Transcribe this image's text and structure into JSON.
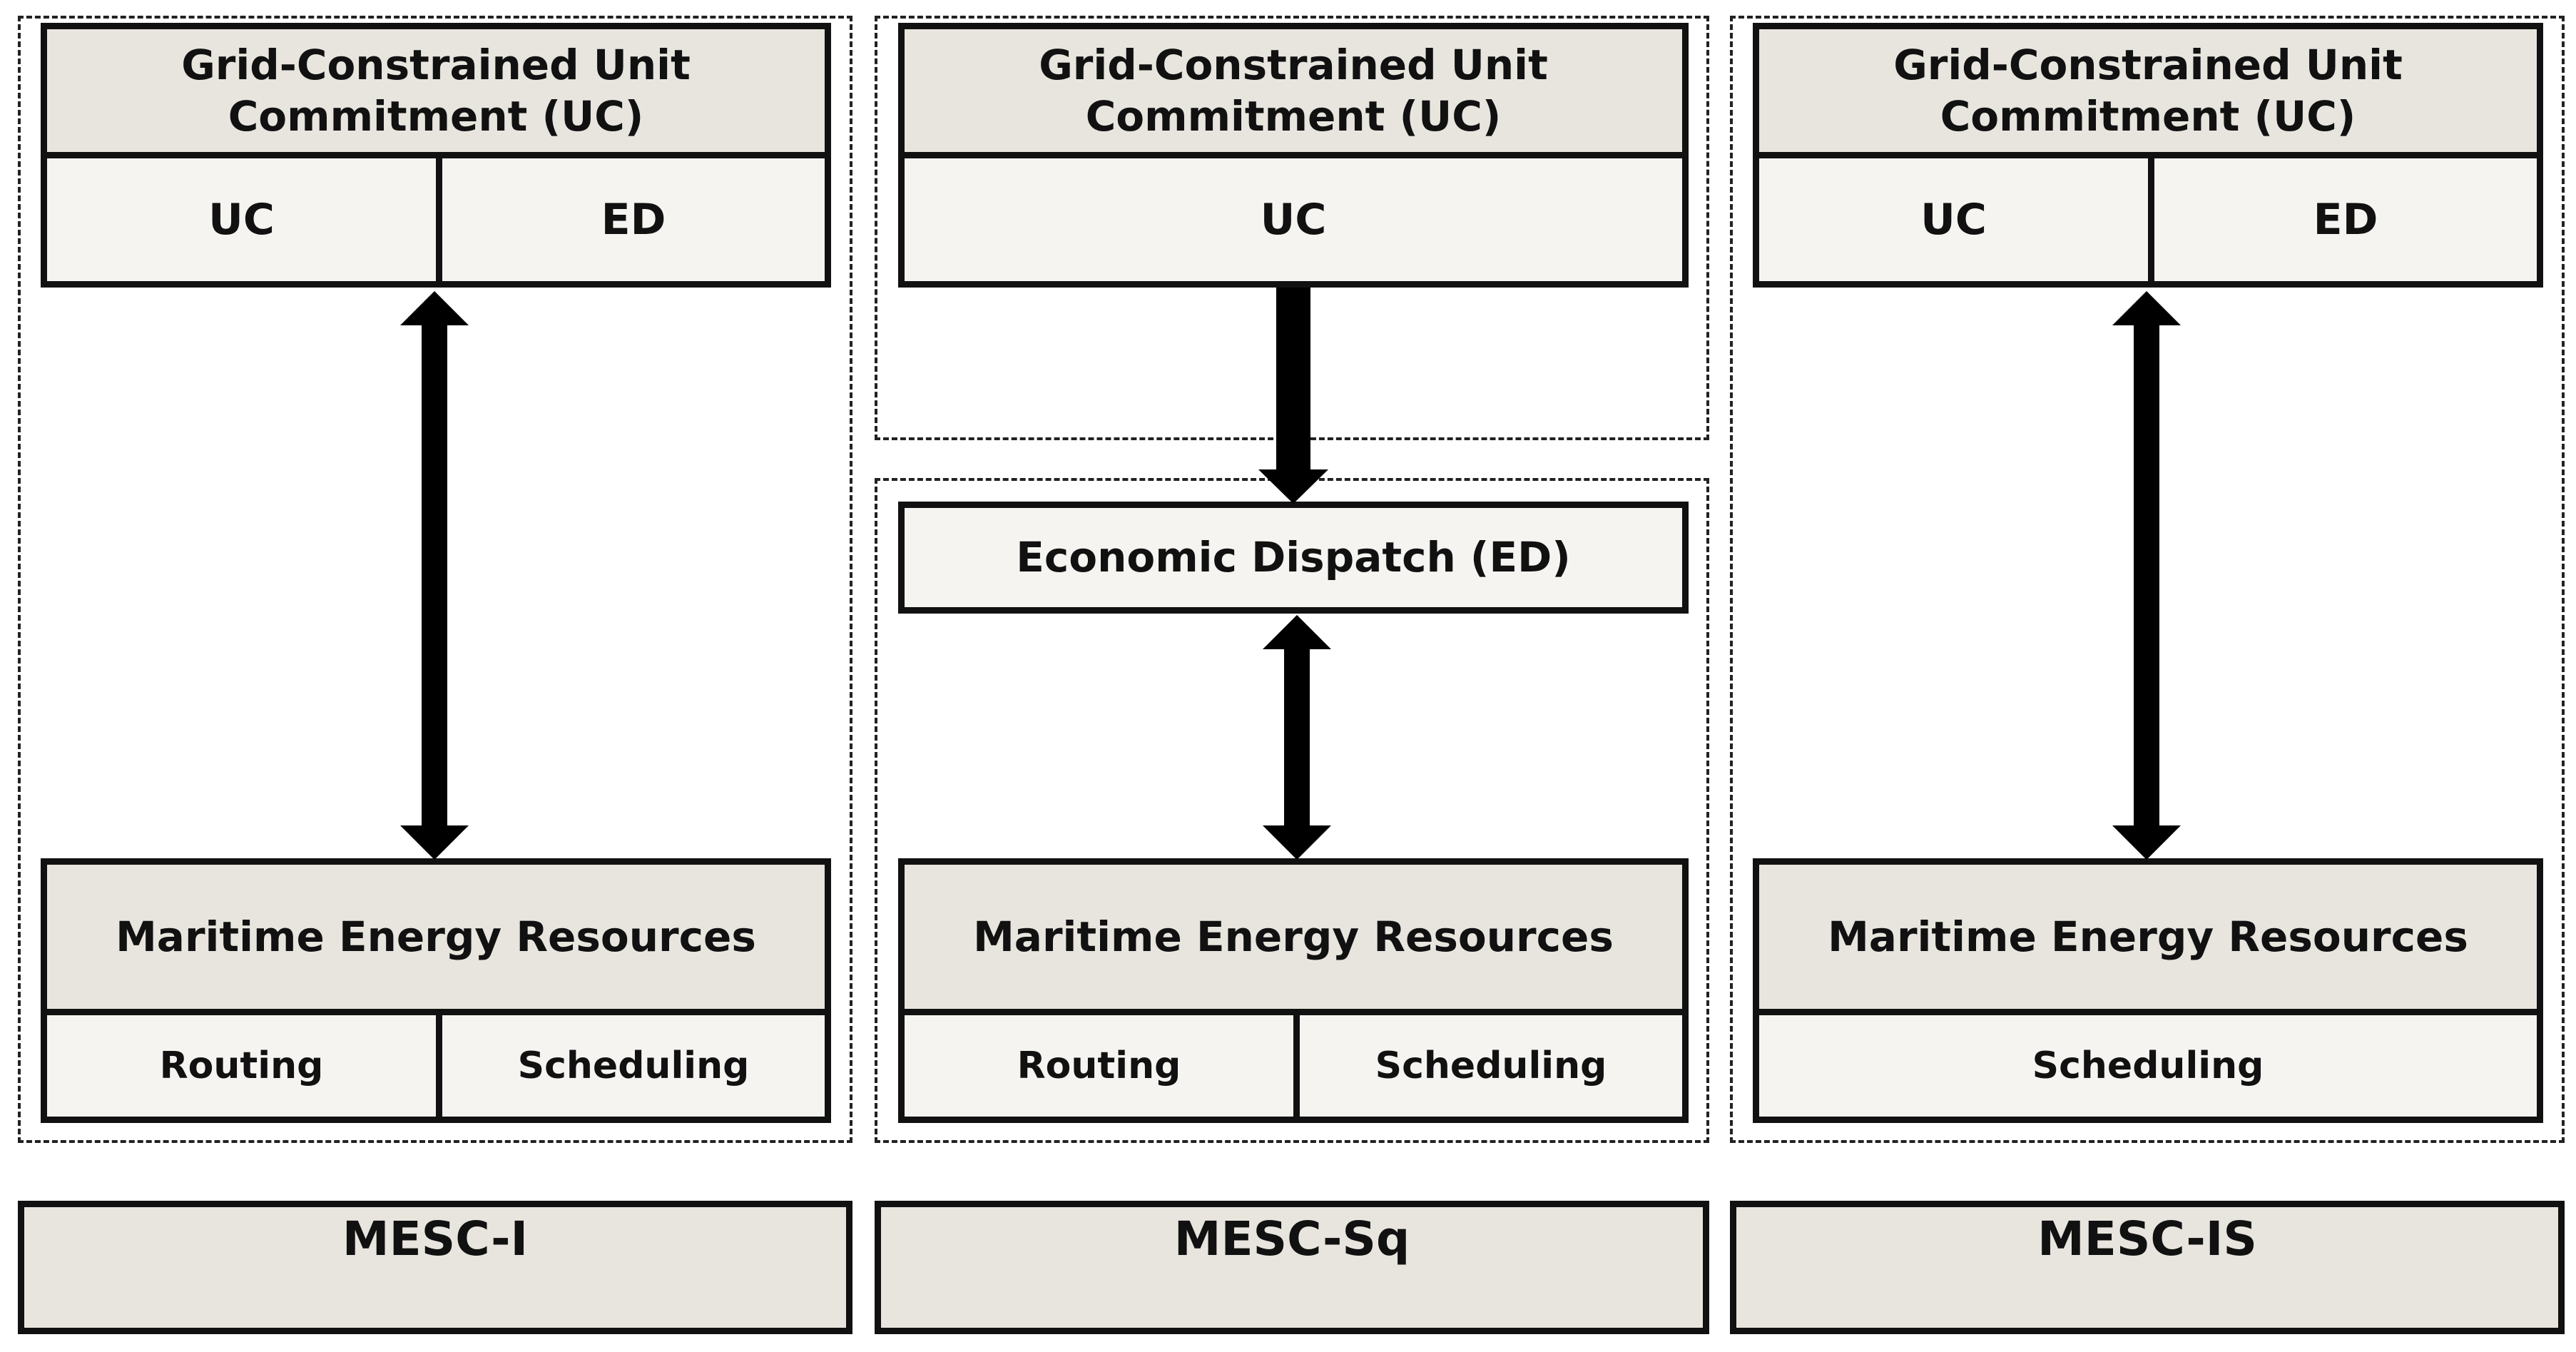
{
  "colors": {
    "header_fill": "#e8e5de",
    "cell_fill": "#f5f4f1",
    "stroke": "#111111"
  },
  "panels": [
    {
      "uc_title": "Grid-Constrained Unit\nCommitment (UC)",
      "uc_cells": [
        "UC",
        "ED"
      ],
      "resources_title": "Maritime Energy Resources",
      "resource_cells": [
        "Routing",
        "Scheduling"
      ],
      "label": "MESC-I"
    },
    {
      "uc_title": "Grid-Constrained Unit\nCommitment (UC)",
      "uc_cells": [
        "UC"
      ],
      "ed_title": "Economic Dispatch (ED)",
      "resources_title": "Maritime Energy Resources",
      "resource_cells": [
        "Routing",
        "Scheduling"
      ],
      "label": "MESC-Sq"
    },
    {
      "uc_title": "Grid-Constrained Unit\nCommitment (UC)",
      "uc_cells": [
        "UC",
        "ED"
      ],
      "resources_title": "Maritime Energy Resources",
      "resource_cells": [
        "Scheduling"
      ],
      "label": "MESC-IS"
    }
  ],
  "arrow_icons": [
    "double-arrow-icon",
    "down-arrow-icon",
    "double-arrow-icon",
    "double-arrow-icon"
  ]
}
